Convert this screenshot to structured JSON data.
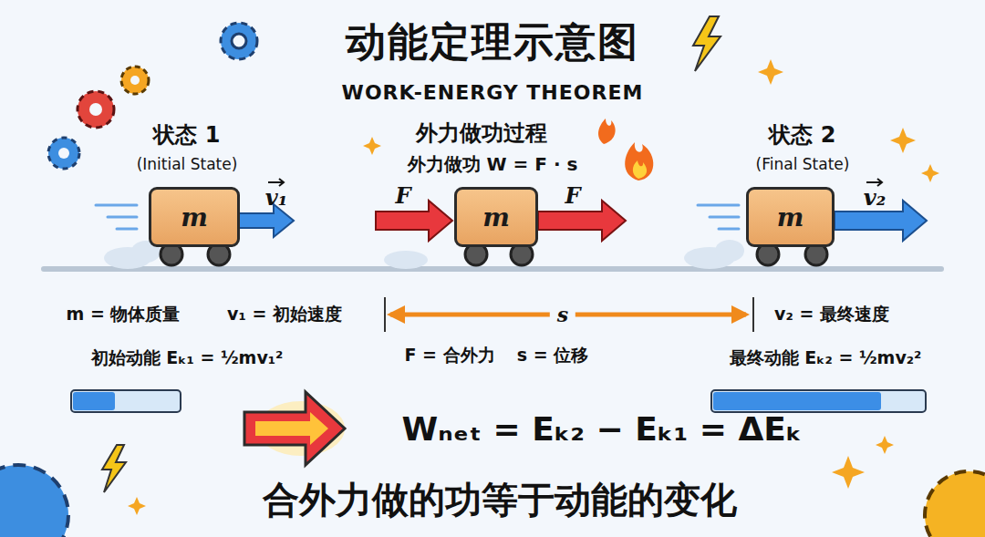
{
  "diagram": {
    "title": "动能定理示意图",
    "caption": "合外力做的功等于动能的变化",
    "nodes": [
      {
        "text": [
          "m"
        ]
      },
      {
        "text": [
          "m"
        ]
      },
      {
        "text": [
          "m"
        ]
      }
    ],
    "labels": [
      "WORK-ENERGY THEOREM",
      "状态 1",
      "(Initial State)",
      "v₁",
      "外力做功过程",
      "外力做功 W = F · s",
      "F",
      "F",
      "状态 2",
      "(Final State)",
      "v₂",
      "m = 物体质量",
      "v₁ = 初始速度",
      "s",
      "v₂ = 最终速度",
      "初始动能 Eₖ₁ = ½mv₁²",
      "F = 合外力",
      "s = 位移",
      "最终动能 Eₖ₂ = ½mv₂²",
      "Wₙₑₜ = Eₖ₂ − Eₖ₁ = ΔEₖ"
    ]
  }
}
